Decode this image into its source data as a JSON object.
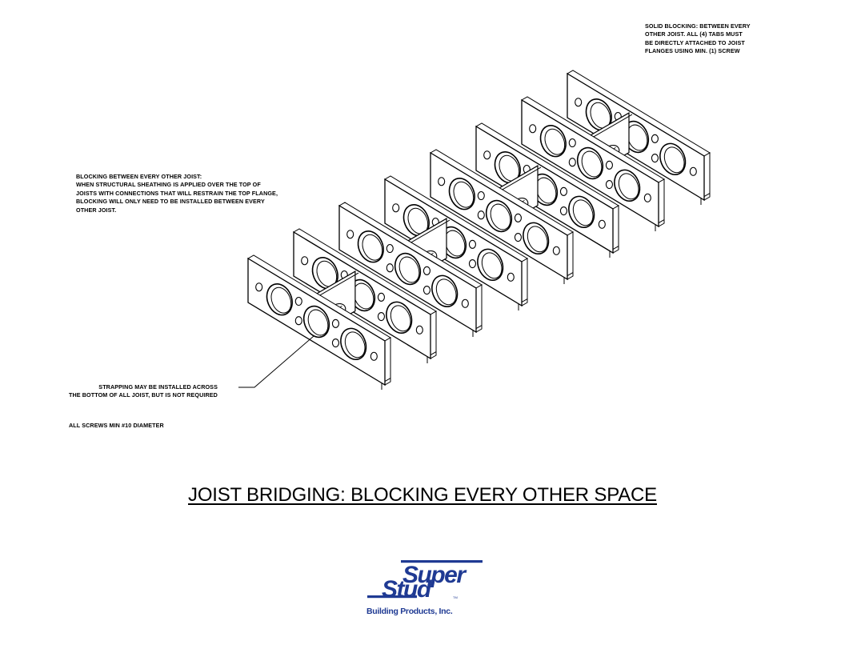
{
  "notes": {
    "solid_blocking": [
      "SOLID BLOCKING: BETWEEN EVERY",
      "OTHER JOIST. ALL (4) TABS MUST",
      "BE DIRECTLY ATTACHED TO JOIST",
      "FLANGES USING MIN. (1) SCREW"
    ],
    "blocking_every_other": [
      "BLOCKING BETWEEN EVERY OTHER JOIST:",
      "WHEN STRUCTURAL SHEATHING IS APPLIED OVER THE TOP OF",
      "JOISTS WITH CONNECTIONS THAT WILL RESTRAIN THE TOP FLANGE,",
      "BLOCKING WILL ONLY NEED TO BE INSTALLED BETWEEN EVERY",
      "OTHER JOIST."
    ],
    "strapping": [
      "STRAPPING MAY BE INSTALLED ACROSS",
      "THE BOTTOM OF ALL JOIST, BUT IS NOT REQUIRED"
    ],
    "screws": "ALL SCREWS MIN #10 DIAMETER"
  },
  "title": "JOIST BRIDGING: BLOCKING EVERY OTHER SPACE",
  "logo": {
    "word_top": "Super",
    "word_bottom": "Stud",
    "tagline": "Building Products, Inc.",
    "brand_color": "#1f3a93"
  },
  "drawing": {
    "joist_count": 8,
    "blocking_count": 4,
    "line_color": "#000000"
  }
}
